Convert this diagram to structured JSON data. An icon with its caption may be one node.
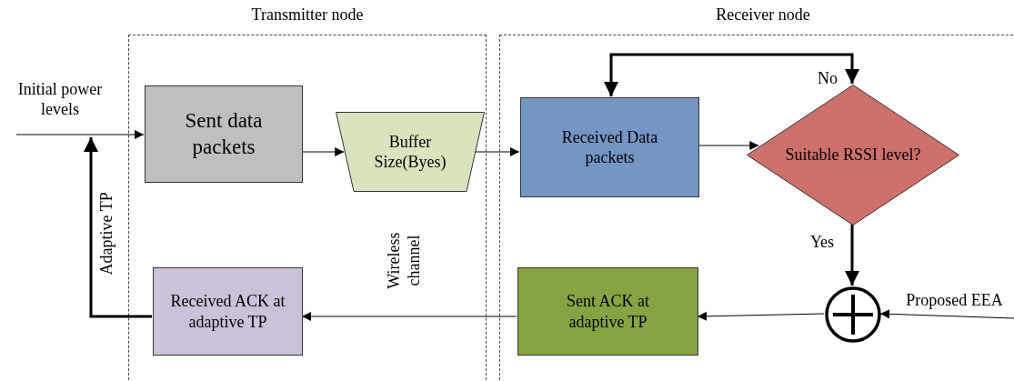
{
  "diagram": {
    "nodes": [
      {
        "text": [
          "Transmitter node"
        ]
      },
      {
        "text": [
          "Receiver node"
        ]
      },
      {
        "text": [
          "Sent data packets"
        ],
        "in": 0
      },
      {
        "text": [
          "Buffer Size(Byes)"
        ],
        "in": 0
      },
      {
        "text": [
          "Received ACK at adaptive TP"
        ],
        "in": 0
      },
      {
        "text": [
          "Received Data packets"
        ],
        "in": 1
      },
      {
        "text": [
          "Suitable RSSI level?"
        ],
        "in": 1
      },
      {
        "text": [
          "Sent ACK at adaptive TP"
        ],
        "in": 1
      },
      {
        "text": [],
        "shape": "circle",
        "in": 1
      }
    ],
    "edges": [
      {
        "from": null,
        "to": 2,
        "arrow": "to",
        "label": "Initial power levels"
      },
      {
        "from": 4,
        "to": 2,
        "arrow": "to",
        "label": "Adaptive TP",
        "style": "thick"
      },
      {
        "from": 2,
        "to": 3,
        "arrow": "to"
      },
      {
        "from": 3,
        "to": 5,
        "arrow": "to"
      },
      {
        "from": 5,
        "to": 6,
        "arrow": "to"
      },
      {
        "from": 6,
        "to": 5,
        "arrow": "both",
        "label": "No",
        "style": "thick"
      },
      {
        "from": 6,
        "to": 8,
        "arrow": "to",
        "label": "Yes",
        "style": "thick"
      },
      {
        "from": null,
        "to": 8,
        "arrow": "to",
        "label": "Proposed EEA"
      },
      {
        "from": 8,
        "to": 7,
        "arrow": "to"
      },
      {
        "from": 7,
        "to": 4,
        "arrow": "to"
      }
    ],
    "labels": [
      "Wireless channel"
    ]
  }
}
